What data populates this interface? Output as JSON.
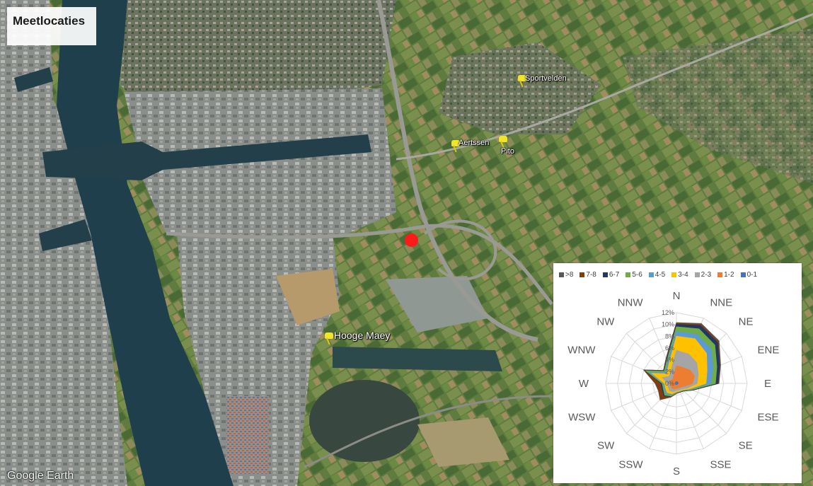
{
  "map": {
    "title": "Meetlocaties",
    "attribution": "Google Earth",
    "places": [
      {
        "name": "Sportvelden"
      },
      {
        "name": "Aertssen"
      },
      {
        "name": "Pito"
      },
      {
        "name": "Hooge Maey"
      }
    ],
    "monitoring_site": {
      "color": "#ff1a1a"
    },
    "colors": {
      "water": "#1f3f4c",
      "industry": "#8d9392",
      "fields": "#5d7a3e",
      "roads": "#9a9a94"
    }
  },
  "chart_data": {
    "type": "radar",
    "title": "",
    "stacked": true,
    "directions": [
      "N",
      "NNE",
      "NE",
      "ENE",
      "E",
      "ESE",
      "SE",
      "SSE",
      "S",
      "SSW",
      "SW",
      "WSW",
      "W",
      "WNW",
      "NW",
      "NNW"
    ],
    "radial_tick_labels": [
      "0%",
      "2%",
      "4%",
      "6%",
      "8%",
      "10%",
      "12%"
    ],
    "radial_range": [
      0,
      12
    ],
    "gridlines": true,
    "legend_position": "top",
    "series": [
      {
        "name": ">8",
        "color": "#595959",
        "values": [
          10.3,
          11.0,
          10.2,
          8.1,
          7.2,
          3.0,
          1.8,
          1.6,
          1.7,
          2.5,
          3.9,
          3.3,
          3.6,
          6.0,
          3.1,
          4.6
        ]
      },
      {
        "name": "7-8",
        "color": "#843c0c",
        "values": [
          10.2,
          10.8,
          10.0,
          8.0,
          7.1,
          3.0,
          1.8,
          1.6,
          1.7,
          2.5,
          3.8,
          3.2,
          3.5,
          5.9,
          3.1,
          4.5
        ]
      },
      {
        "name": "6-7",
        "color": "#1f3864",
        "values": [
          10.0,
          10.6,
          9.8,
          7.9,
          7.0,
          2.9,
          1.8,
          1.6,
          1.6,
          2.4,
          3.0,
          2.6,
          2.6,
          5.8,
          3.0,
          4.4
        ]
      },
      {
        "name": "5-6",
        "color": "#70ad47",
        "values": [
          9.6,
          10.0,
          9.2,
          7.4,
          6.6,
          2.8,
          1.7,
          1.5,
          1.6,
          2.3,
          2.8,
          2.4,
          2.4,
          5.6,
          2.9,
          4.2
        ]
      },
      {
        "name": "4-5",
        "color": "#5b9bd5",
        "values": [
          8.8,
          9.0,
          8.3,
          6.7,
          5.8,
          2.6,
          1.6,
          1.5,
          1.5,
          2.1,
          2.5,
          2.2,
          2.2,
          5.0,
          2.6,
          3.8
        ]
      },
      {
        "name": "3-4",
        "color": "#ffc000",
        "values": [
          8.0,
          8.2,
          7.2,
          5.6,
          5.0,
          2.4,
          1.5,
          1.4,
          1.4,
          1.9,
          2.2,
          2.0,
          2.0,
          4.5,
          2.3,
          3.4
        ]
      },
      {
        "name": "2-3",
        "color": "#a5a5a5",
        "values": [
          5.6,
          5.4,
          4.9,
          4.0,
          3.5,
          2.0,
          1.3,
          1.2,
          1.2,
          1.5,
          1.7,
          1.5,
          1.5,
          2.6,
          1.7,
          2.4
        ]
      },
      {
        "name": "1-2",
        "color": "#ed7d31",
        "values": [
          3.0,
          2.9,
          3.2,
          3.3,
          2.7,
          1.3,
          0.9,
          0.8,
          0.8,
          1.0,
          1.1,
          1.0,
          1.0,
          1.2,
          0.9,
          1.3
        ]
      },
      {
        "name": "0-1",
        "color": "#4472c4",
        "values": [
          0.3,
          0.3,
          0.3,
          0.3,
          0.3,
          0.2,
          0.2,
          0.2,
          0.2,
          0.2,
          0.2,
          0.2,
          0.2,
          0.2,
          0.2,
          0.3
        ]
      }
    ]
  }
}
